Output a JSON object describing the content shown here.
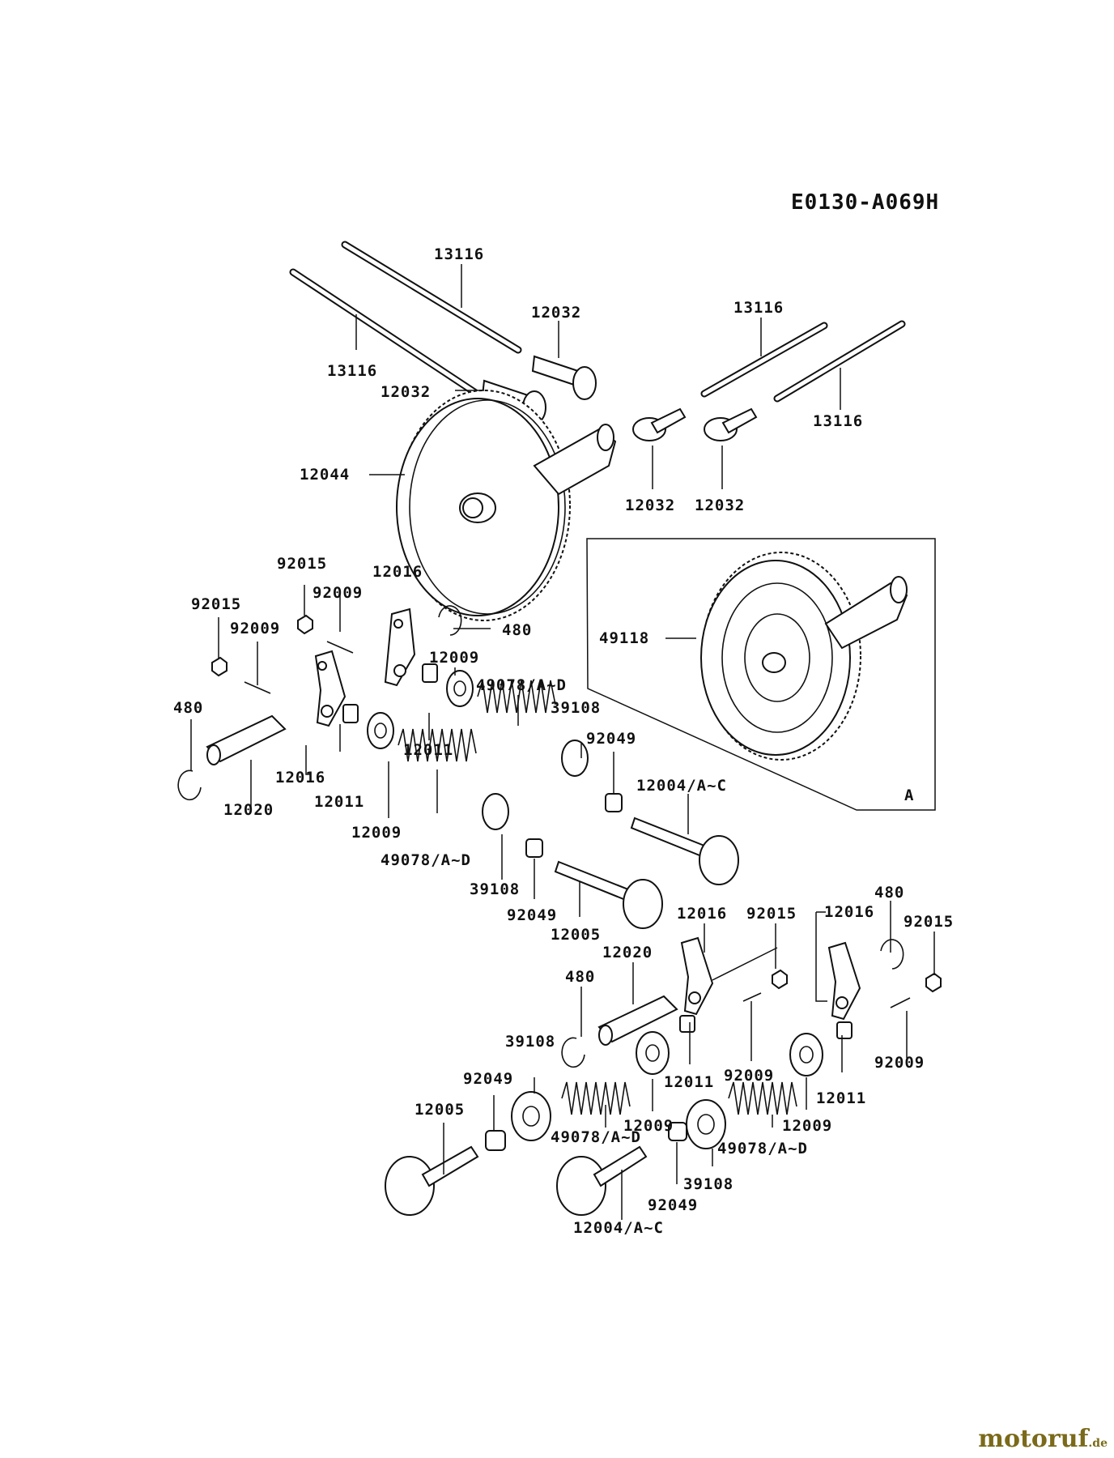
{
  "diagram_code": "E0130-A069H",
  "inset_label": "A",
  "watermark": {
    "main": "motoruf",
    "suffix": ".de"
  },
  "labels": [
    {
      "id": "l-13116-a",
      "text": "13116"
    },
    {
      "id": "l-12032-a",
      "text": "12032"
    },
    {
      "id": "l-13116-b",
      "text": "13116"
    },
    {
      "id": "l-12032-b",
      "text": "12032"
    },
    {
      "id": "l-13116-c",
      "text": "13116"
    },
    {
      "id": "l-13116-d",
      "text": "13116"
    },
    {
      "id": "l-12044",
      "text": "12044"
    },
    {
      "id": "l-12032-c",
      "text": "12032"
    },
    {
      "id": "l-12032-d",
      "text": "12032"
    },
    {
      "id": "l-92015-a",
      "text": "92015"
    },
    {
      "id": "l-12016-a",
      "text": "12016"
    },
    {
      "id": "l-92009-a",
      "text": "92009"
    },
    {
      "id": "l-92015-b",
      "text": "92015"
    },
    {
      "id": "l-480-a",
      "text": "480"
    },
    {
      "id": "l-92009-b",
      "text": "92009"
    },
    {
      "id": "l-12009-a",
      "text": "12009"
    },
    {
      "id": "l-49118",
      "text": "49118"
    },
    {
      "id": "l-49078-a",
      "text": "49078/A~D"
    },
    {
      "id": "l-480-b",
      "text": "480"
    },
    {
      "id": "l-39108-a",
      "text": "39108"
    },
    {
      "id": "l-92049-a",
      "text": "92049"
    },
    {
      "id": "l-12011-a",
      "text": "12011"
    },
    {
      "id": "l-12016-b",
      "text": "12016"
    },
    {
      "id": "l-12004-a",
      "text": "12004/A~C"
    },
    {
      "id": "l-12011-b",
      "text": "12011"
    },
    {
      "id": "l-12020-a",
      "text": "12020"
    },
    {
      "id": "l-12009-b",
      "text": "12009"
    },
    {
      "id": "l-49078-b",
      "text": "49078/A~D"
    },
    {
      "id": "l-39108-b",
      "text": "39108"
    },
    {
      "id": "l-92049-b",
      "text": "92049"
    },
    {
      "id": "l-12005-a",
      "text": "12005"
    },
    {
      "id": "l-12016-c",
      "text": "12016"
    },
    {
      "id": "l-92015-c",
      "text": "92015"
    },
    {
      "id": "l-12016-d",
      "text": "12016"
    },
    {
      "id": "l-480-c",
      "text": "480"
    },
    {
      "id": "l-92015-d",
      "text": "92015"
    },
    {
      "id": "l-12020-b",
      "text": "12020"
    },
    {
      "id": "l-480-d",
      "text": "480"
    },
    {
      "id": "l-92009-c",
      "text": "92009"
    },
    {
      "id": "l-92009-d",
      "text": "92009"
    },
    {
      "id": "l-39108-c",
      "text": "39108"
    },
    {
      "id": "l-12011-c",
      "text": "12011"
    },
    {
      "id": "l-12011-d",
      "text": "12011"
    },
    {
      "id": "l-92049-c",
      "text": "92049"
    },
    {
      "id": "l-12009-c",
      "text": "12009"
    },
    {
      "id": "l-12009-d",
      "text": "12009"
    },
    {
      "id": "l-12005-b",
      "text": "12005"
    },
    {
      "id": "l-49078-c",
      "text": "49078/A~D"
    },
    {
      "id": "l-49078-d",
      "text": "49078/A~D"
    },
    {
      "id": "l-39108-d",
      "text": "39108"
    },
    {
      "id": "l-92049-d",
      "text": "92049"
    },
    {
      "id": "l-12004-b",
      "text": "12004/A~C"
    }
  ]
}
